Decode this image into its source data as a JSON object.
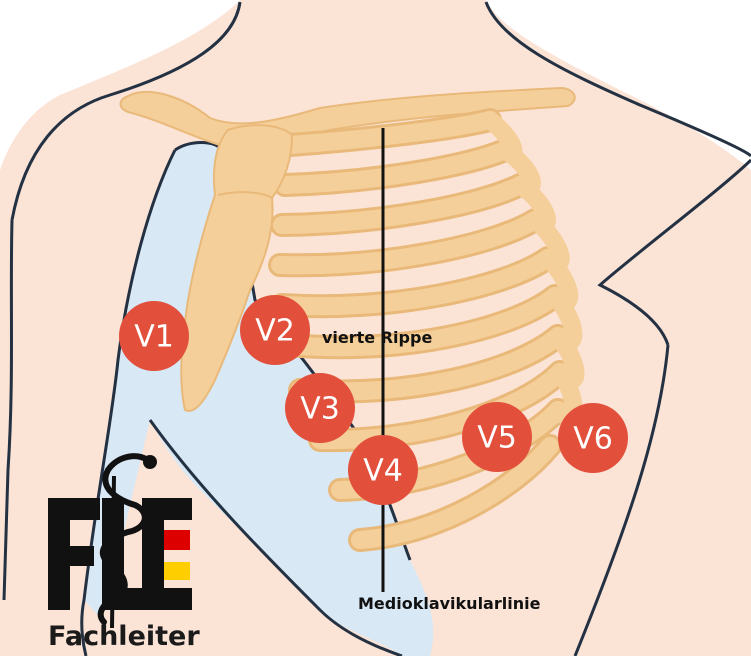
{
  "colors": {
    "skin": "#fbe3d6",
    "outline": "#233143",
    "bone": "#f5cf9a",
    "bone_shadow": "#e9b97a",
    "lung": "#d8e8f5",
    "electrode": "#e2503c",
    "electrode_text": "#ffffff",
    "line": "#111111",
    "flag_red": "#dd0000",
    "flag_gold": "#ffce00",
    "logo_black": "#111111"
  },
  "electrodes": [
    {
      "id": "v1",
      "label": "V1"
    },
    {
      "id": "v2",
      "label": "V2"
    },
    {
      "id": "v3",
      "label": "V3"
    },
    {
      "id": "v4",
      "label": "V4"
    },
    {
      "id": "v5",
      "label": "V5"
    },
    {
      "id": "v6",
      "label": "V6"
    }
  ],
  "annotations": {
    "rib_label": "vierte Rippe",
    "line_label": "Medioklavikularlinie"
  },
  "logo": {
    "brand": "Fachleiter",
    "letters": "FLE"
  }
}
